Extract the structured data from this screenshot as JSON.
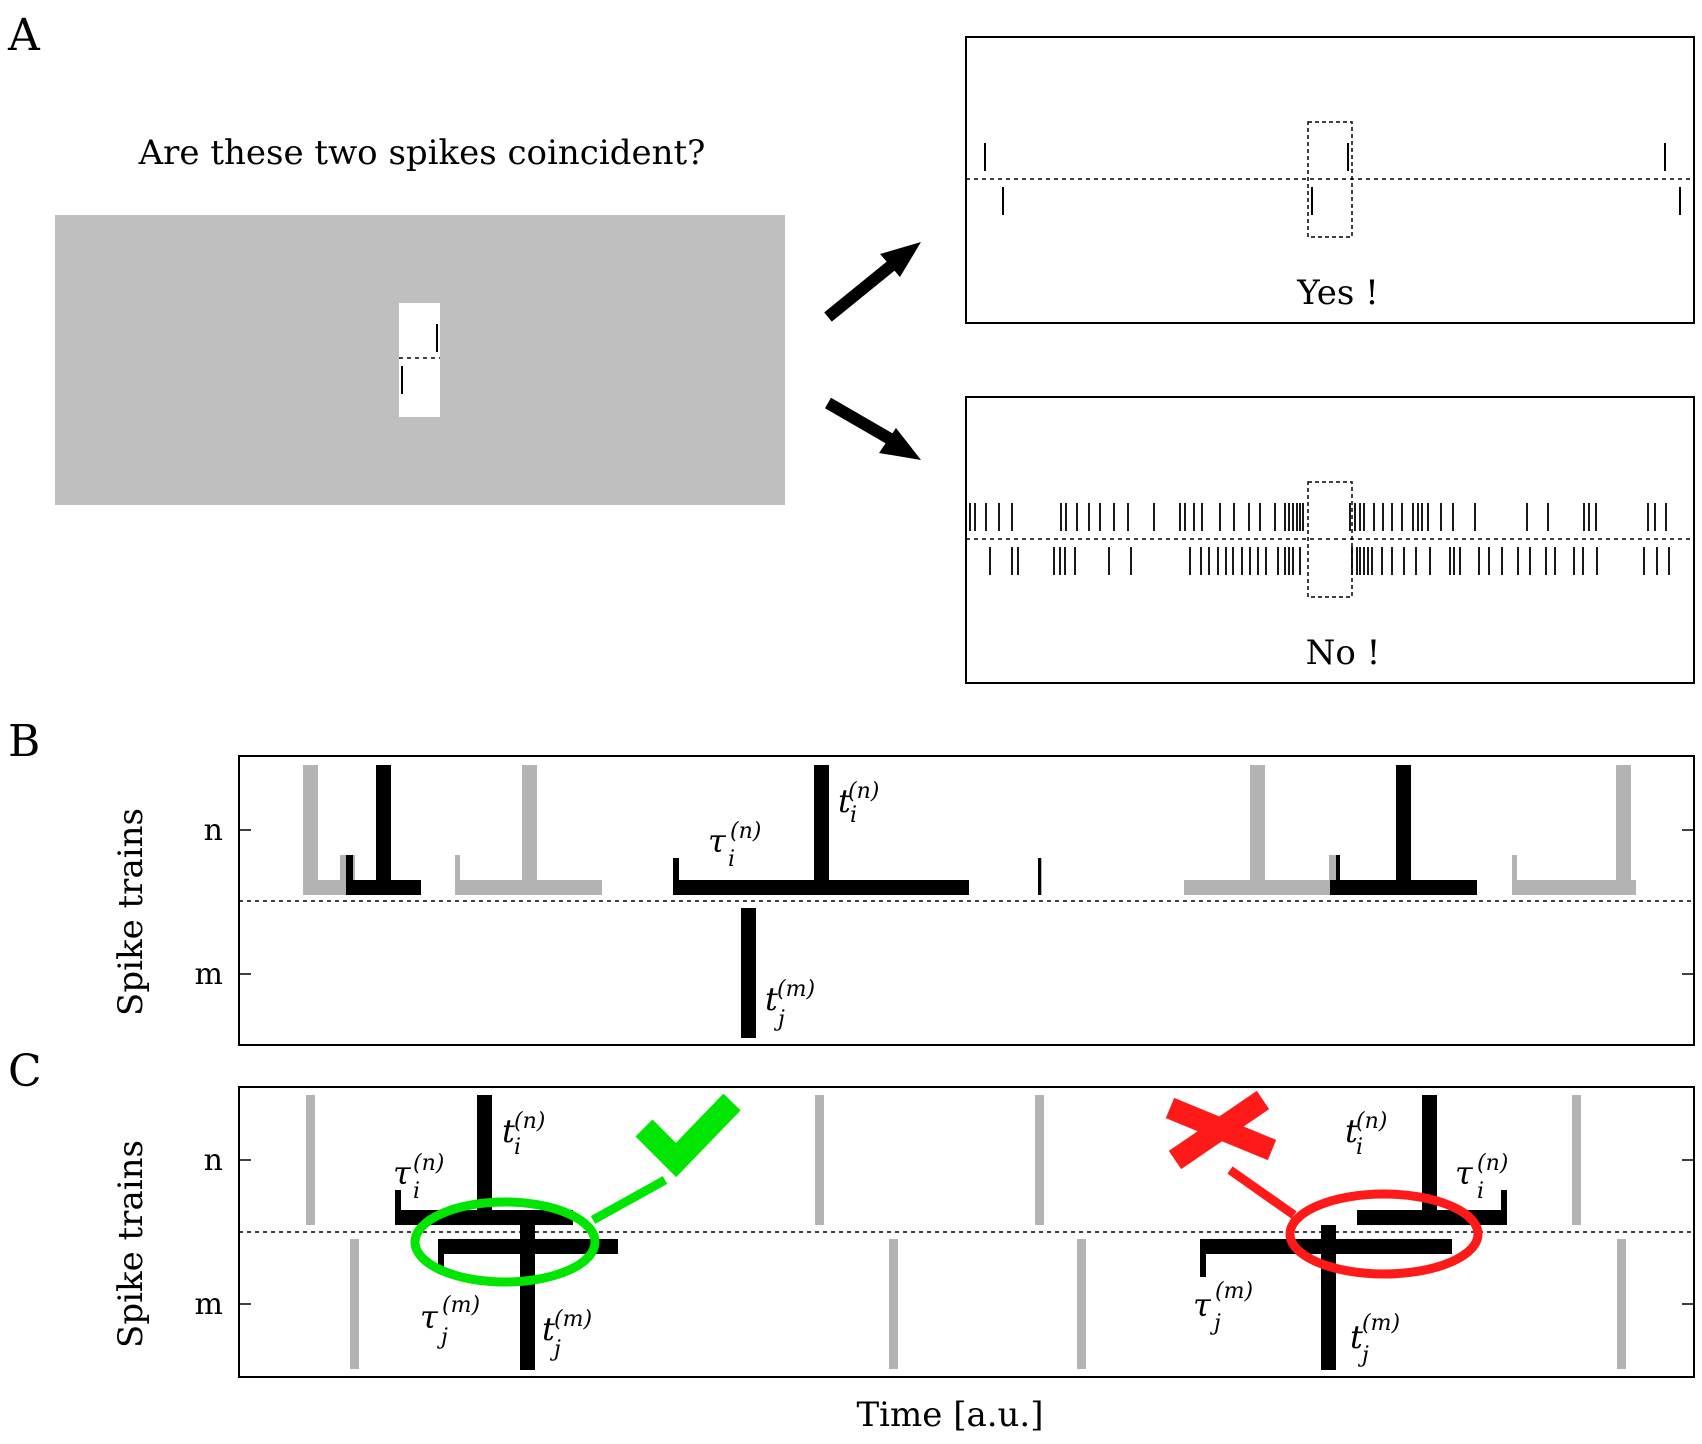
{
  "panels": {
    "a": {
      "letter": "A",
      "question": "Are these two spikes coincident?",
      "yes": "Yes !",
      "no": "No !"
    },
    "b": {
      "letter": "B",
      "ylabel": "Spike trains",
      "row_n": "n",
      "row_m": "m"
    },
    "c": {
      "letter": "C",
      "ylabel": "Spike trains",
      "row_n": "n",
      "row_m": "m"
    }
  },
  "xlabel": "Time [a.u.]",
  "math": {
    "t_i_n": {
      "base": "t",
      "sub": "i",
      "sup": "(n)"
    },
    "tau_i_n": {
      "base": "τ",
      "sub": "i",
      "sup": "(n)"
    },
    "t_j_m": {
      "base": "t",
      "sub": "j",
      "sup": "(m)"
    },
    "tau_j_m": {
      "base": "τ",
      "sub": "j",
      "sup": "(m)"
    }
  },
  "colors": {
    "gray_fill": "#bfbfbf",
    "gray_spike": "#b3b3b3",
    "black": "#000000",
    "green": "#00e600",
    "red": "#ff1a1a"
  },
  "icons": [
    "check-icon",
    "cross-icon",
    "arrow-icon"
  ]
}
